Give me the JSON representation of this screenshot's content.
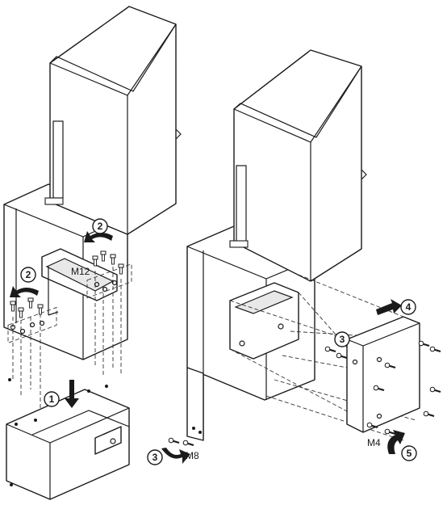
{
  "steps": {
    "s1": "1",
    "s2a": "2",
    "s2b": "2",
    "s3a": "3",
    "s3b": "3",
    "s4": "4",
    "s5": "5"
  },
  "labels": {
    "m12": "M12",
    "m8": "M8",
    "m4": "M4"
  },
  "colors": {
    "line": "#1a1a1a",
    "fill": "#ffffff",
    "shade": "#e8e8e8"
  }
}
